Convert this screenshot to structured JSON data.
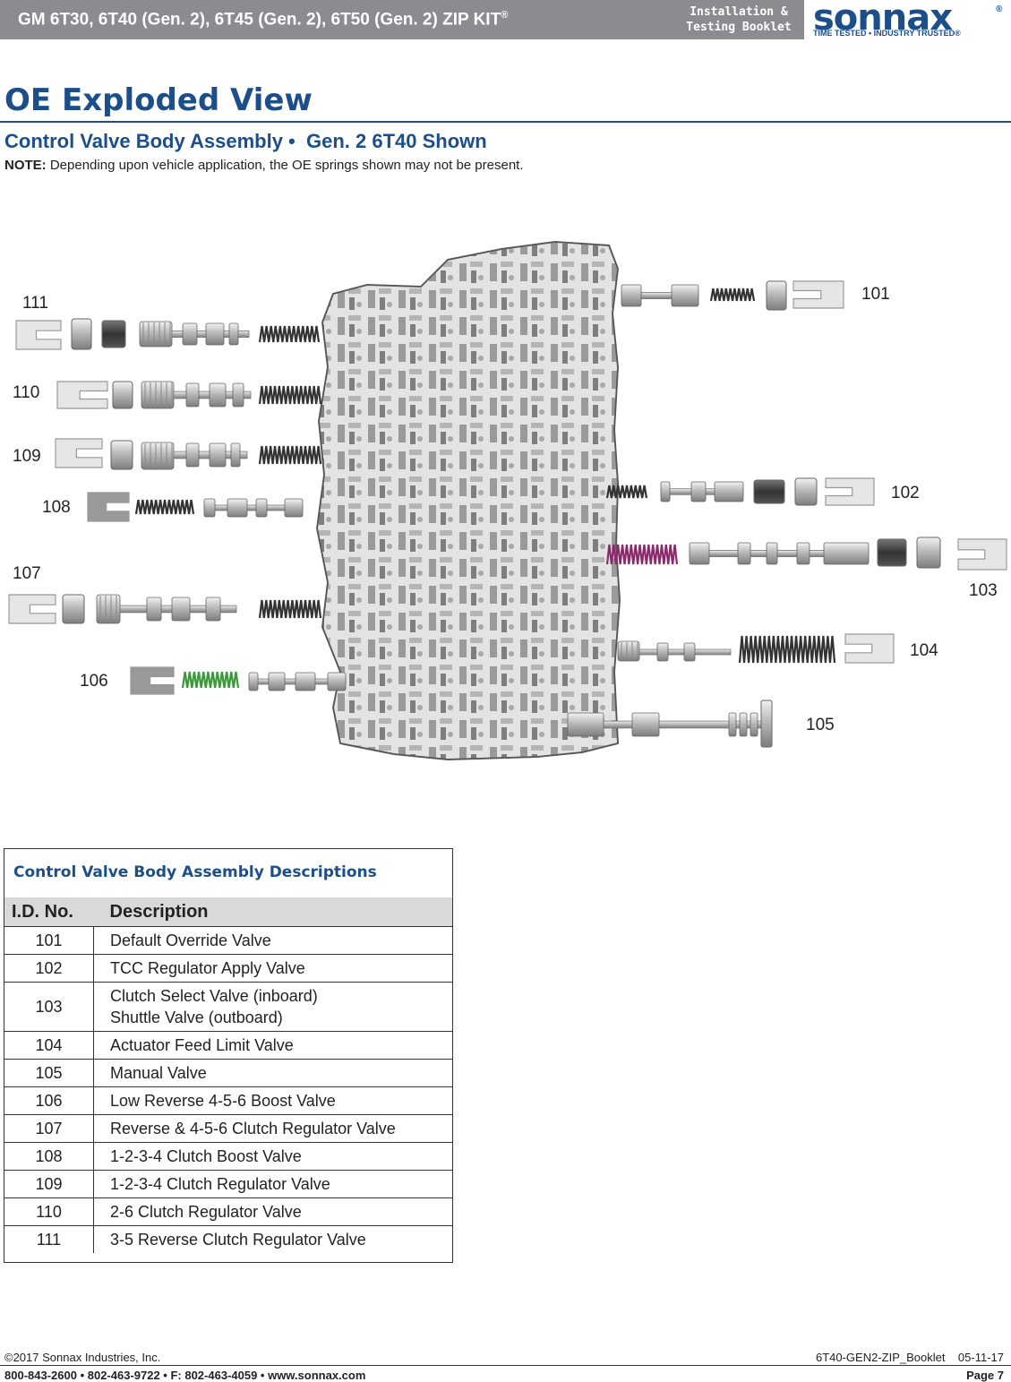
{
  "header": {
    "title": "GM 6T30, 6T40 (Gen. 2), 6T45 (Gen. 2), 6T50 (Gen. 2) ZIP KIT",
    "title_mark": "®",
    "subtitle": "Installation &\nTesting Booklet",
    "logo": "sonnax",
    "logo_mark": "®",
    "tagline": "TIME TESTED • INDUSTRY TRUSTED®"
  },
  "page": {
    "heading": "OE Exploded View",
    "subheading": "Control Valve Body Assembly •",
    "subheading_detail": "Gen. 2 6T40 Shown",
    "note_label": "NOTE:",
    "note_text": "Depending upon vehicle application, the OE springs shown may not be present."
  },
  "diagram": {
    "callouts": [
      "101",
      "102",
      "103",
      "104",
      "105",
      "106",
      "107",
      "108",
      "109",
      "110",
      "111"
    ]
  },
  "table": {
    "title": "Control Valve Body Assembly Descriptions",
    "col_id": "I.D. No.",
    "col_desc": "Description",
    "rows": [
      {
        "id": "101",
        "desc": "Default Override Valve"
      },
      {
        "id": "102",
        "desc": "TCC Regulator Apply Valve"
      },
      {
        "id": "103",
        "desc": "Clutch Select Valve (inboard)\nShuttle Valve (outboard)"
      },
      {
        "id": "104",
        "desc": "Actuator Feed Limit Valve"
      },
      {
        "id": "105",
        "desc": "Manual Valve"
      },
      {
        "id": "106",
        "desc": "Low Reverse 4-5-6 Boost Valve"
      },
      {
        "id": "107",
        "desc": "Reverse & 4-5-6 Clutch Regulator Valve"
      },
      {
        "id": "108",
        "desc": "1-2-3-4 Clutch Boost Valve"
      },
      {
        "id": "109",
        "desc": "1-2-3-4 Clutch Regulator Valve"
      },
      {
        "id": "110",
        "desc": "2-6 Clutch Regulator Valve"
      },
      {
        "id": "111",
        "desc": "3-5 Reverse Clutch Regulator Valve"
      }
    ]
  },
  "footer": {
    "copyright": "©2017 Sonnax Industries, Inc.",
    "doc_id": "6T40-GEN2-ZIP_Booklet    05-11-17",
    "contact": "800-843-2600 • 802-463-9722 • F: 802-463-4059 • www.sonnax.com",
    "page": "Page 7"
  },
  "colors": {
    "brand_blue": "#1c4f8a",
    "header_gray": "#8a8c8f",
    "spring_purple": "#8a2a6a",
    "spring_green": "#3a9a3a"
  }
}
